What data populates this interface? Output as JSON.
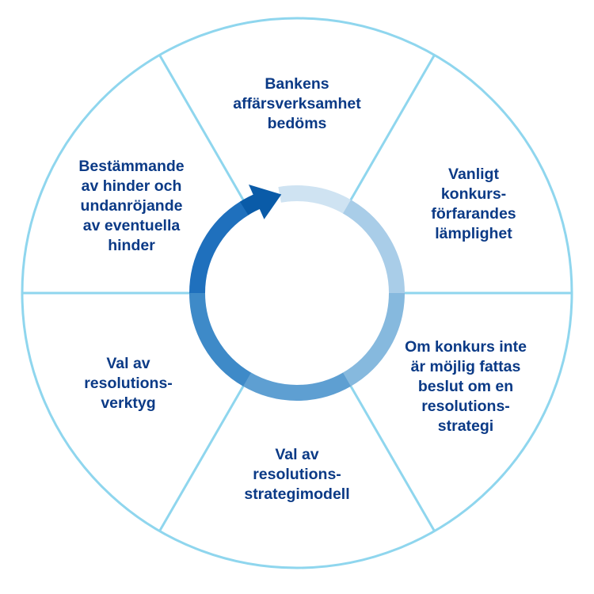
{
  "segments": [
    {
      "id": "top",
      "lines": [
        "Bankens",
        "affärsverksamhet",
        "bedöms"
      ]
    },
    {
      "id": "upper-right",
      "lines": [
        "Vanligt",
        "konkurs-",
        "förfarandes",
        "lämplighet"
      ]
    },
    {
      "id": "lower-right",
      "lines": [
        "Om konkurs inte",
        "är möjlig fattas",
        "beslut om en",
        "resolutions-",
        "strategi"
      ]
    },
    {
      "id": "bottom",
      "lines": [
        "Val av",
        "resolutions-",
        "strategimodell"
      ]
    },
    {
      "id": "lower-left",
      "lines": [
        "Val av",
        "resolutions-",
        "verktyg"
      ]
    },
    {
      "id": "upper-left",
      "lines": [
        "Bestämmande",
        "av hinder och",
        "undanröjande",
        "av eventuella",
        "hinder"
      ]
    }
  ],
  "colors": {
    "outline": "#8fd6ee",
    "text": "#0b3a86",
    "ring": [
      "#cfe3f2",
      "#a9cde8",
      "#86b9de",
      "#5e9fd2",
      "#3e8ac8",
      "#1f70bd",
      "#0a5ba8"
    ]
  }
}
